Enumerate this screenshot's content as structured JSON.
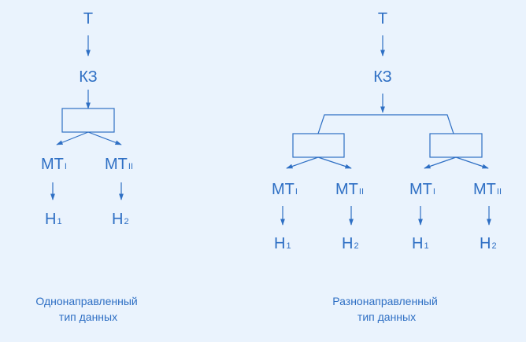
{
  "colors": {
    "background": "#eaf3fd",
    "ink": "#2e6fc4"
  },
  "left": {
    "top": "Т",
    "mid": "КЗ",
    "mt1": {
      "base": "МТ",
      "sub": "I"
    },
    "mt2": {
      "base": "МТ",
      "sub": "II"
    },
    "h1": {
      "base": "Н",
      "sub": "1"
    },
    "h2": {
      "base": "Н",
      "sub": "2"
    },
    "caption": [
      "Однонаправленный",
      "тип данных"
    ]
  },
  "right": {
    "top": "Т",
    "mid": "КЗ",
    "mt1a": {
      "base": "МТ",
      "sub": "I"
    },
    "mt2a": {
      "base": "МТ",
      "sub": "II"
    },
    "mt1b": {
      "base": "МТ",
      "sub": "I"
    },
    "mt2b": {
      "base": "МТ",
      "sub": "II"
    },
    "h1a": {
      "base": "Н",
      "sub": "1"
    },
    "h2a": {
      "base": "Н",
      "sub": "2"
    },
    "h1b": {
      "base": "Н",
      "sub": "1"
    },
    "h2b": {
      "base": "Н",
      "sub": "2"
    },
    "caption": [
      "Разнонаправленный",
      "тип данных"
    ]
  }
}
